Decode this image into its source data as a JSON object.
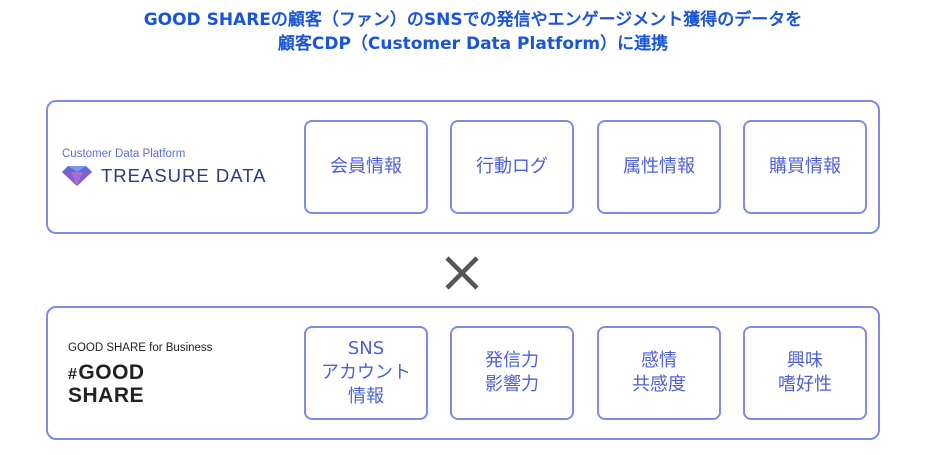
{
  "title": {
    "line1": "GOOD SHAREの顧客（ファン）のSNSでの発信やエンゲージメント獲得のデータを",
    "line2": "顧客CDP（Customer Data Platform）に連携"
  },
  "cdp_panel": {
    "caption": "Customer Data Platform",
    "logo_text": "TREASURE DATA",
    "boxes": [
      "会員情報",
      "行動ログ",
      "属性情報",
      "購買情報"
    ]
  },
  "gs_panel": {
    "caption": "GOOD SHARE for Business",
    "logo_hash": "#",
    "logo_line1": "GOOD",
    "logo_line2": "SHARE",
    "boxes": [
      "SNS\nアカウント\n情報",
      "発信力\n影響力",
      "感情\n共感度",
      "興味\n嗜好性"
    ]
  },
  "colors": {
    "title": "#1a55d6",
    "border": "#7e8ae6",
    "box_text": "#4d5fd6",
    "cross": "#555555"
  },
  "icons": {
    "treasure_data_logo": "gem-icon",
    "multiply": "multiply-icon"
  }
}
